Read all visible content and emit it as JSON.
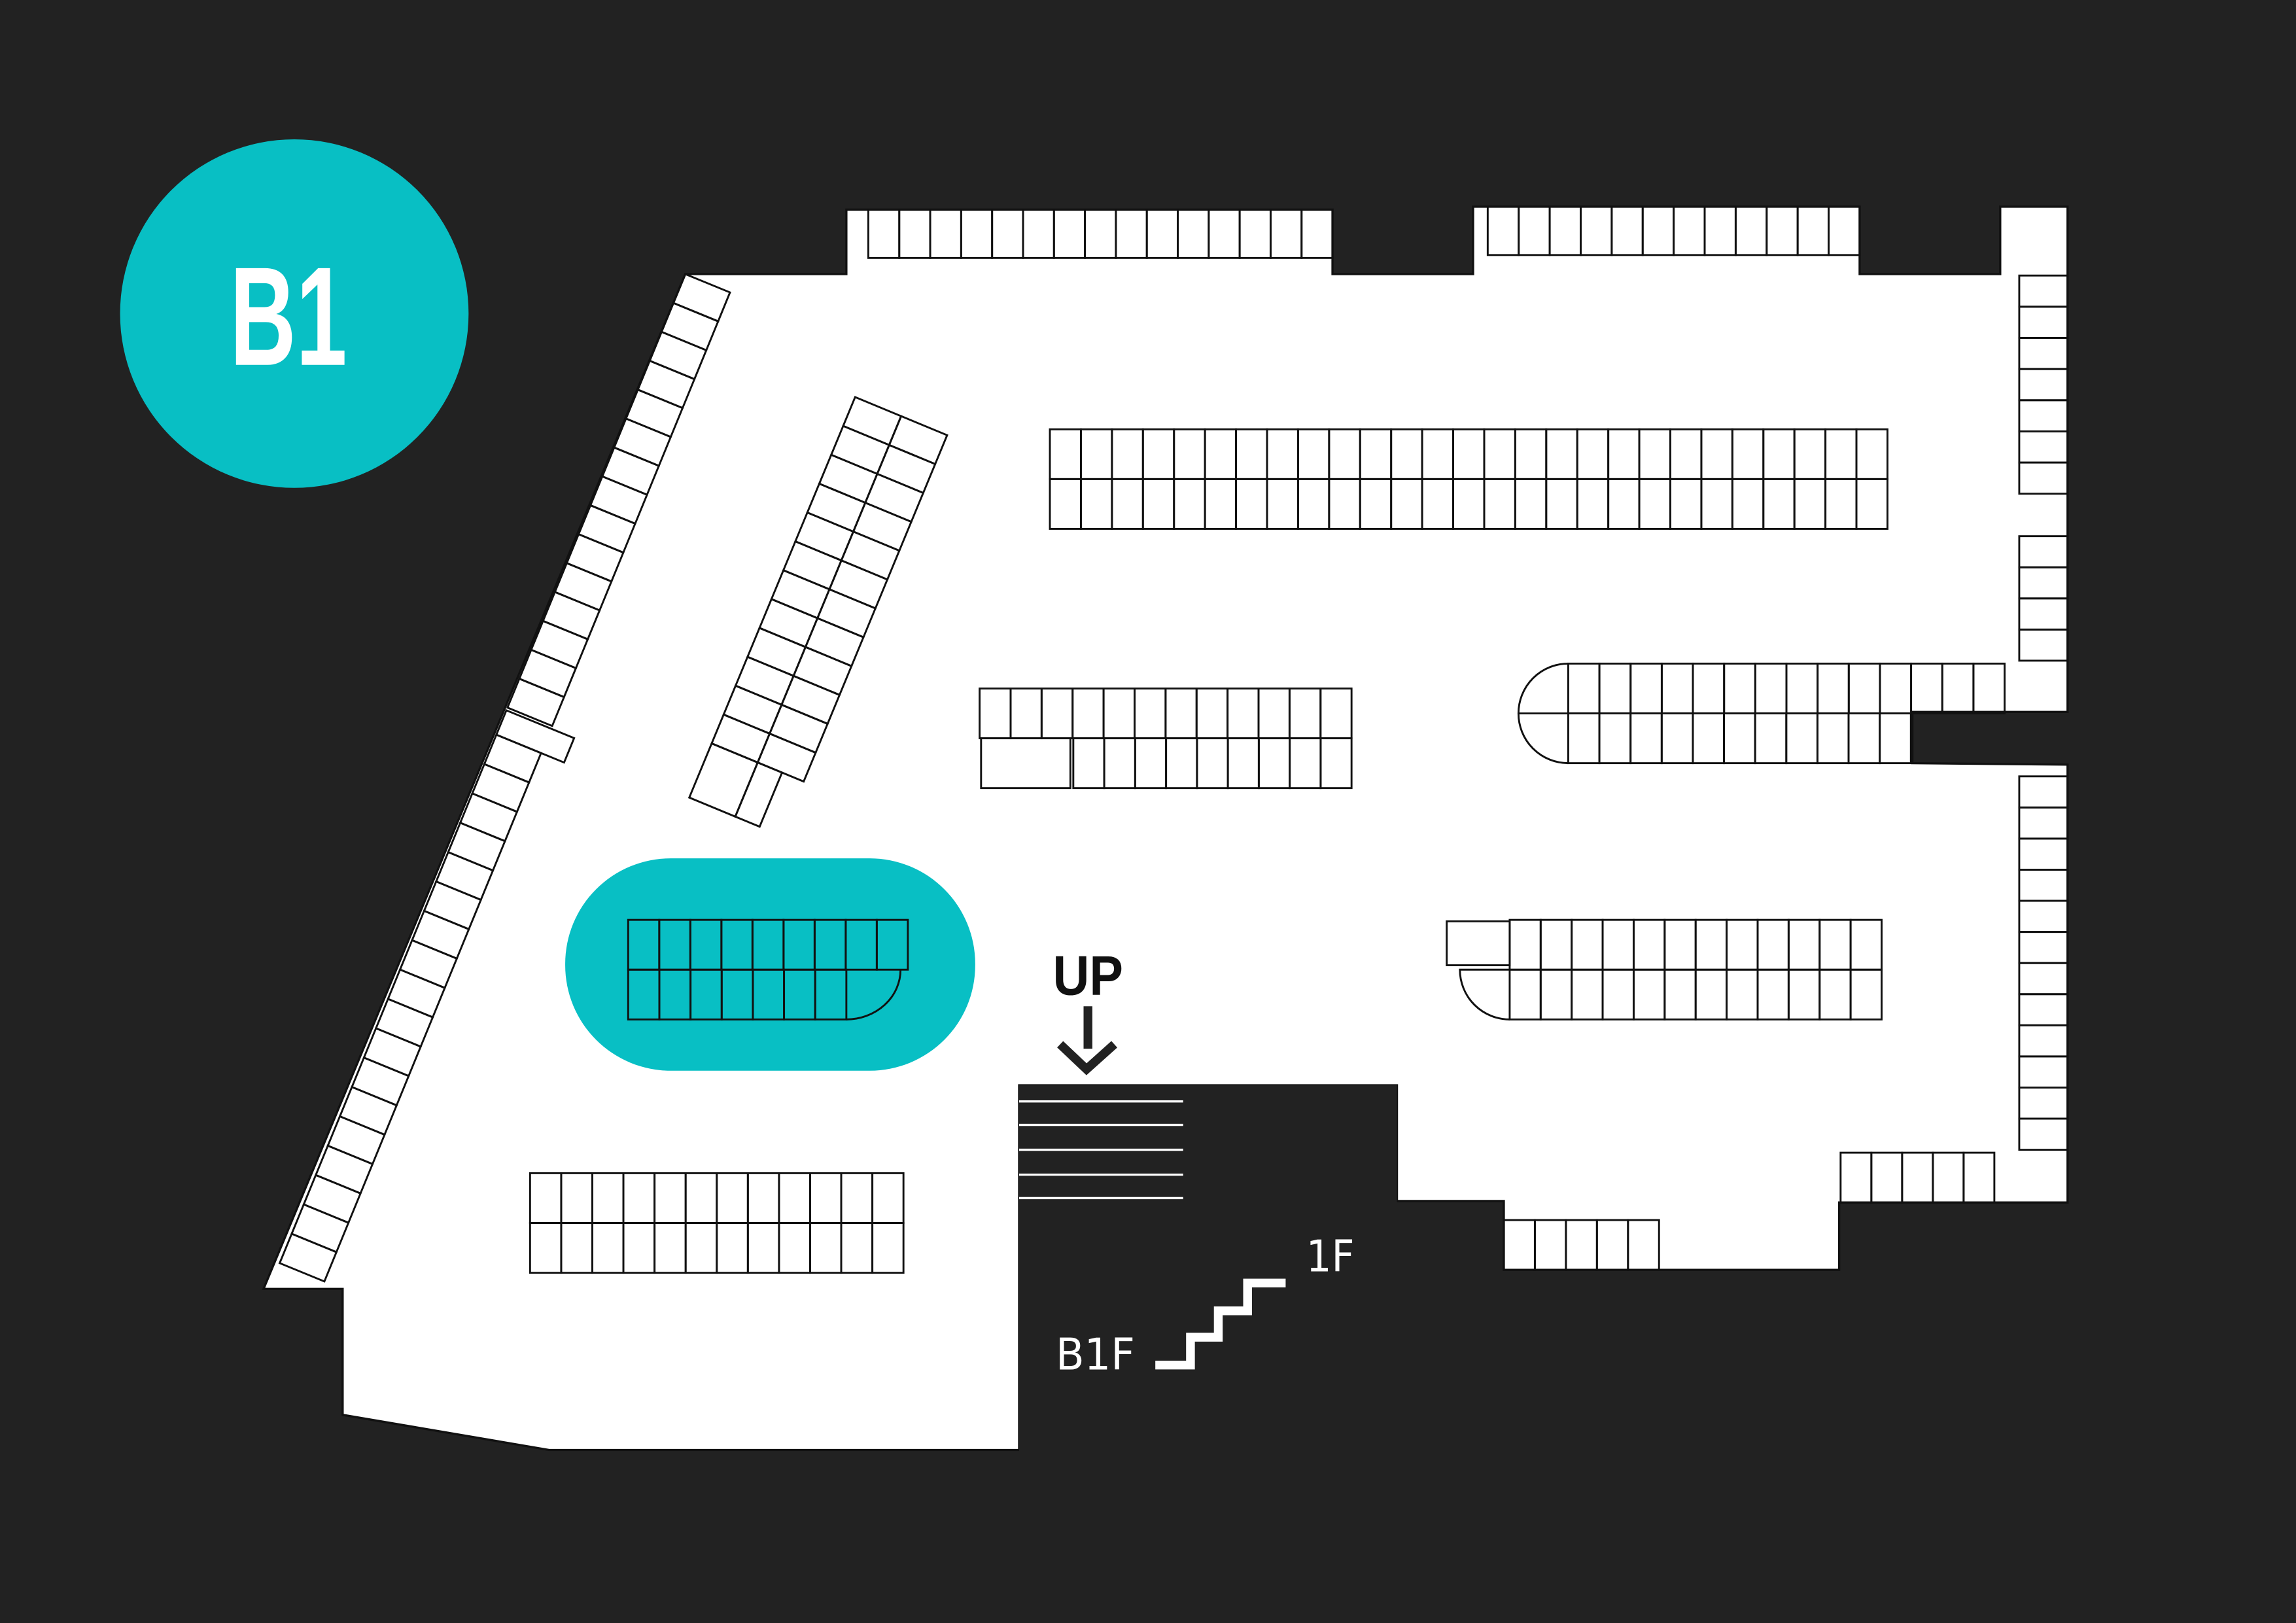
{
  "floor_badge": {
    "label": "B1"
  },
  "ramp": {
    "direction_label": "UP",
    "upper_floor": "1F",
    "lower_floor": "B1F"
  },
  "colors": {
    "background": "#222222",
    "floor": "#ffffff",
    "accent": "#08bfc4",
    "lines": "#111111"
  }
}
